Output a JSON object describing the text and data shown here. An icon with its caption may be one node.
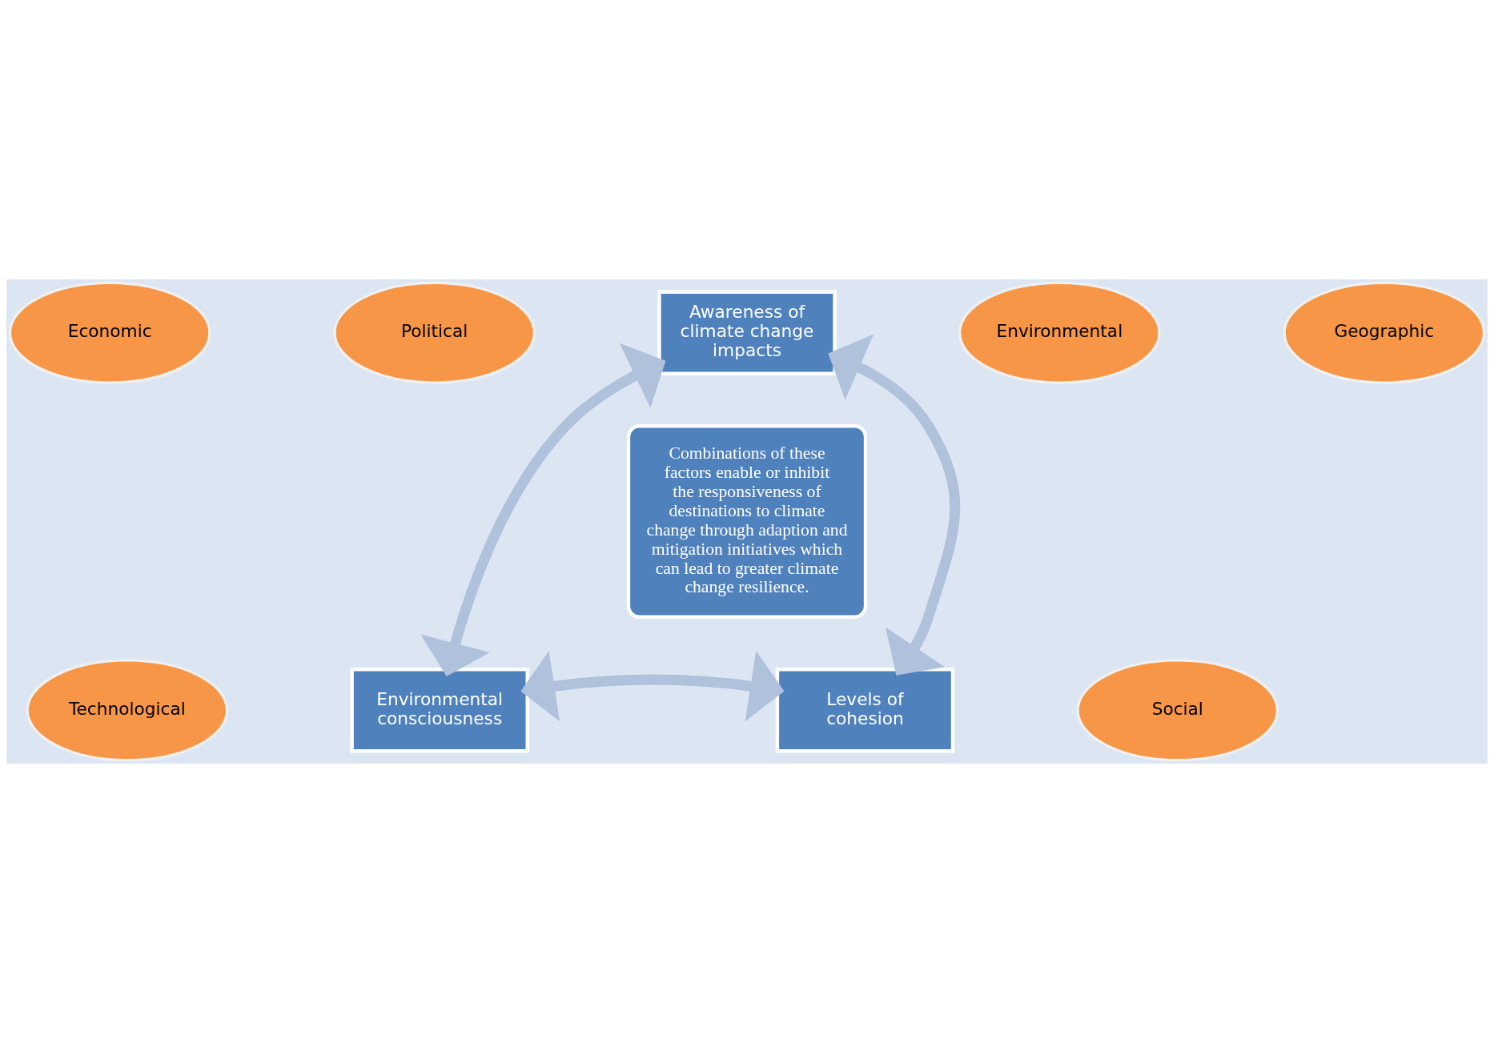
{
  "diagram": {
    "nodes": [
      {
        "text": [
          "Economic"
        ]
      },
      {
        "text": [
          "Political"
        ]
      },
      {
        "text": [
          "Environmental"
        ]
      },
      {
        "text": [
          "Awareness of climate change impacts"
        ]
      },
      {
        "text": [
          "Combinations of these factors enable or inhibit the responsiveness of destinations to climate change through adaption and mitigation initiatives which can lead to greater climate change resilience."
        ]
      },
      {
        "text": [
          "Technological"
        ]
      },
      {
        "text": [
          "Social"
        ]
      },
      {
        "text": [
          "Environmental consciousness"
        ]
      },
      {
        "text": [
          "Levels of cohesion"
        ]
      },
      {
        "text": [
          "Geographic"
        ]
      }
    ],
    "edges": [
      {
        "from": 3,
        "to": 7,
        "arrow": "both"
      },
      {
        "from": 3,
        "to": 8,
        "arrow": "both"
      },
      {
        "from": 7,
        "to": 8,
        "arrow": "both"
      }
    ]
  }
}
